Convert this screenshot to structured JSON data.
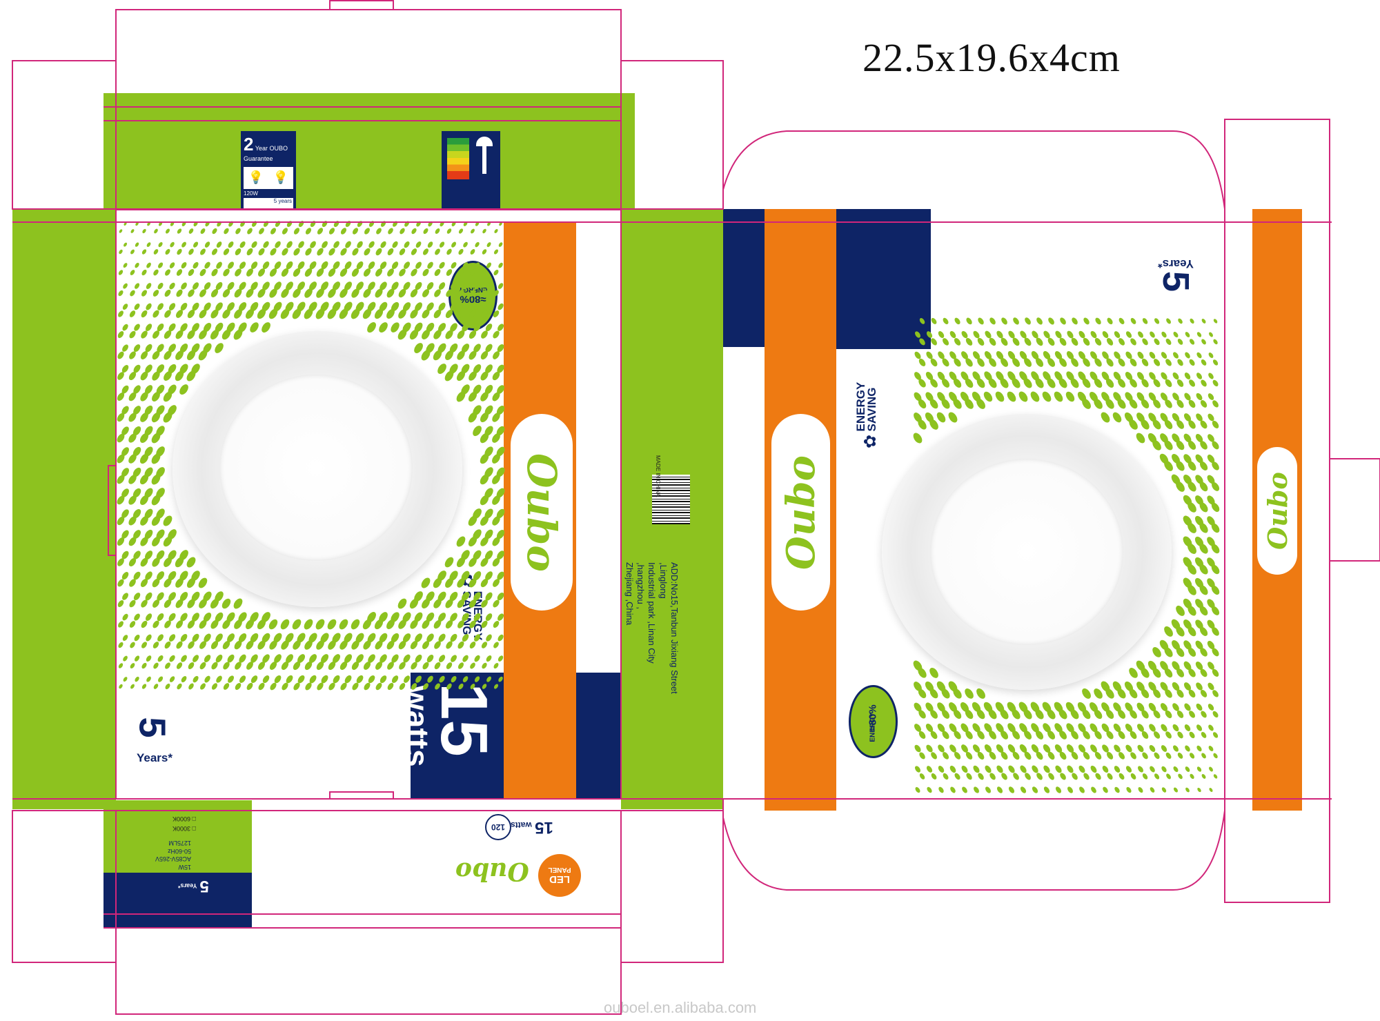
{
  "dimensions_label": "22.5x19.6x4cm",
  "watermark": "ouboel.en.alibaba.com",
  "brand": "Oubo",
  "power": {
    "number": "15",
    "unit": "watts"
  },
  "warranty": {
    "number": "5",
    "label": "Years*"
  },
  "energy_badge": {
    "percent": "≈80%",
    "word": "ENERGY"
  },
  "energy_saving": {
    "line1": "ENERGY",
    "line2": "SAVING"
  },
  "address": {
    "line1": "ADD:No15,Tanbun Jixiang Street ,Linglong",
    "line2": "Industrial park ,Linan City ,hangzhou ,",
    "line3": "Zhejiang ,China"
  },
  "made_in": "MADE IN CHINA",
  "top_flap_info": {
    "guarantee_year": "2",
    "guarantee_text": "Year OUBO Guarantee",
    "compare_w": "120W",
    "years_small": "5 years"
  },
  "bottom_flap": {
    "years": "5",
    "years_label": "Years*",
    "spec1": "15W",
    "spec2": "AC85V-265V",
    "spec3": "50-60Hz",
    "spec4": "1275LM",
    "cct1": "3000K",
    "cct2": "6000K",
    "led_panel_1": "LED",
    "led_panel_2": "PANEL",
    "watts_num": "15",
    "watts_word": "watts",
    "similar": "120"
  },
  "colors": {
    "green": "#8dc21f",
    "orange": "#ee7a12",
    "navy": "#0e2466",
    "dieline": "#d1267a"
  }
}
